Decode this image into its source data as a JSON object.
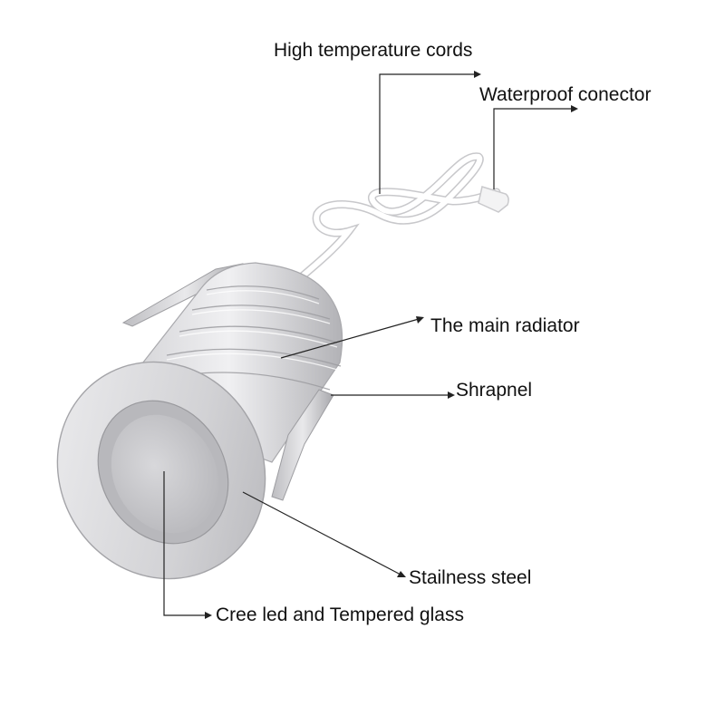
{
  "callouts": {
    "cords": "High temperature cords",
    "connector": "Waterproof conector",
    "radiator": "The main radiator",
    "shrapnel": "Shrapnel",
    "steel": "Stailness steel",
    "cree": "Cree led and Tempered glass"
  },
  "colors": {
    "metal_light": "#e6e6e8",
    "metal_mid": "#c9c9cc",
    "metal_dark": "#a9a9ad",
    "lens": "#c4c4c7",
    "cord": "#ffffff",
    "line": "#222222"
  }
}
